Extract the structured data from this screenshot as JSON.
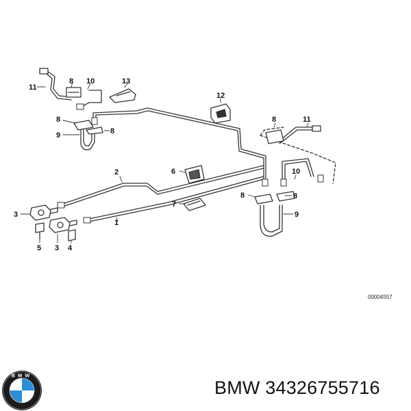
{
  "diagram": {
    "callouts": {
      "c11_left": "11",
      "c8_top": "8",
      "c10_left": "10",
      "c13": "13",
      "c12": "12",
      "c8_a": "8",
      "c8_b": "8",
      "c9_left": "9",
      "c8_right_top": "8",
      "c11_right": "11",
      "c10_right": "10",
      "c6": "6",
      "c2": "2",
      "c8_r1": "8",
      "c8_r2": "8",
      "c7": "7",
      "c9_right": "9",
      "c1": "1",
      "c3_top": "3",
      "c5": "5",
      "c3_bottom": "3",
      "c4": "4"
    },
    "drawing_code": "00004557"
  },
  "caption": {
    "text": "BMW 34326755716"
  },
  "logo": {
    "letters": "BMW",
    "colors": {
      "ring": "#1b1b1b",
      "blue": "#2a8fd6",
      "white": "#ffffff"
    }
  },
  "colors": {
    "line": "#333333",
    "background": "#ffffff"
  }
}
